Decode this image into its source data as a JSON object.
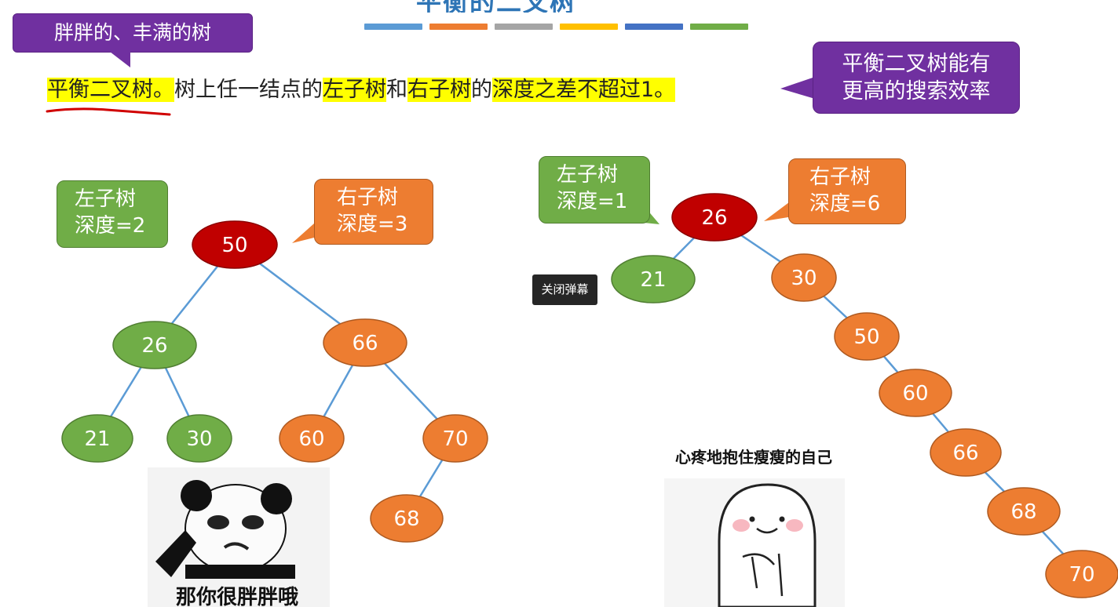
{
  "slide": {
    "title": "平衡的二叉树",
    "color_bars": [
      "#5b9bd5",
      "#ed7d31",
      "#a5a5a5",
      "#ffc000",
      "#4472c4",
      "#70ad47"
    ],
    "label_chubby": "胖胖的、丰满的树",
    "definition": {
      "term": "平衡二叉树。",
      "text1": "树上任一结点的",
      "hl_left": "左子树",
      "text2": "和",
      "hl_right": "右子树",
      "text3": "的",
      "hl_depth": "深度之差不超过1。"
    },
    "callout_efficiency": [
      "平衡二叉树能有",
      "更高的搜索效率"
    ]
  },
  "left_tree": {
    "callout_left": [
      "左子树",
      "深度=2"
    ],
    "callout_right": [
      "右子树",
      "深度=3"
    ],
    "nodes": [
      "50",
      "26",
      "66",
      "21",
      "30",
      "60",
      "70",
      "68"
    ],
    "meme_caption": "那你很胖胖哦"
  },
  "right_tree": {
    "callout_left": [
      "左子树",
      "深度=1"
    ],
    "callout_right": [
      "右子树",
      "深度=6"
    ],
    "nodes": [
      "26",
      "21",
      "30",
      "50",
      "60",
      "66",
      "68",
      "70"
    ],
    "meme_caption": "心疼地抱住瘦瘦的自己"
  },
  "player": {
    "danmaku_toggle": "关闭弹幕"
  },
  "colors": {
    "root": "#c00000",
    "green": "#70ad47",
    "orange": "#ed7d31",
    "edge": "#5b9bd5",
    "purple": "#7030a0",
    "highlight": "#ffff00"
  }
}
